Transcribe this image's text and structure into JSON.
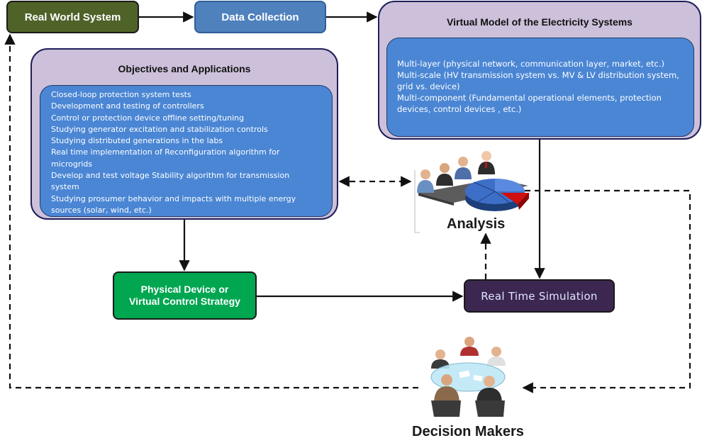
{
  "real_world_system": "Real World System",
  "data_collection": "Data Collection",
  "virtual_model": {
    "title": "Virtual Model of the Electricity Systems",
    "items": [
      "Multi-layer (physical network, communication layer, market, etc.)",
      "Multi-scale (HV transmission system vs. MV & LV distribution system,\ngrid vs. device)",
      "Multi-component (Fundamental operational elements, protection\ndevices, control devices , etc.)"
    ]
  },
  "objectives": {
    "title": "Objectives and Applications",
    "items": [
      "Closed-loop protection system tests",
      "Development and testing of controllers",
      "Control or protection device offline setting/tuning",
      "Studying generator excitation and stabilization controls",
      "Studying distributed generations in the labs",
      "Real time implementation of Reconfiguration algorithm for\nmicrogrids",
      "Develop and test voltage Stability algorithm for transmission\nsystem",
      "Studying prosumer behavior and impacts with multiple energy\nsources (solar, wind, etc.)"
    ]
  },
  "physical_device": "Physical Device or\nVirtual Control Strategy",
  "real_time_simulation": "Real Time Simulation",
  "analysis": "Analysis",
  "decision_makers": "Decision Makers",
  "icons": [
    "analysis-meeting-icon",
    "pie-chart-icon",
    "round-table-meeting-icon"
  ],
  "colors": {
    "real_world_system": "#4f6228",
    "data_collection": "#4f81bd",
    "panel": "#ccc0da",
    "inner": "#4a86d4",
    "physical_device": "#00a650",
    "real_time_simulation": "#3c2750",
    "pie_highlight": "#d01010"
  }
}
